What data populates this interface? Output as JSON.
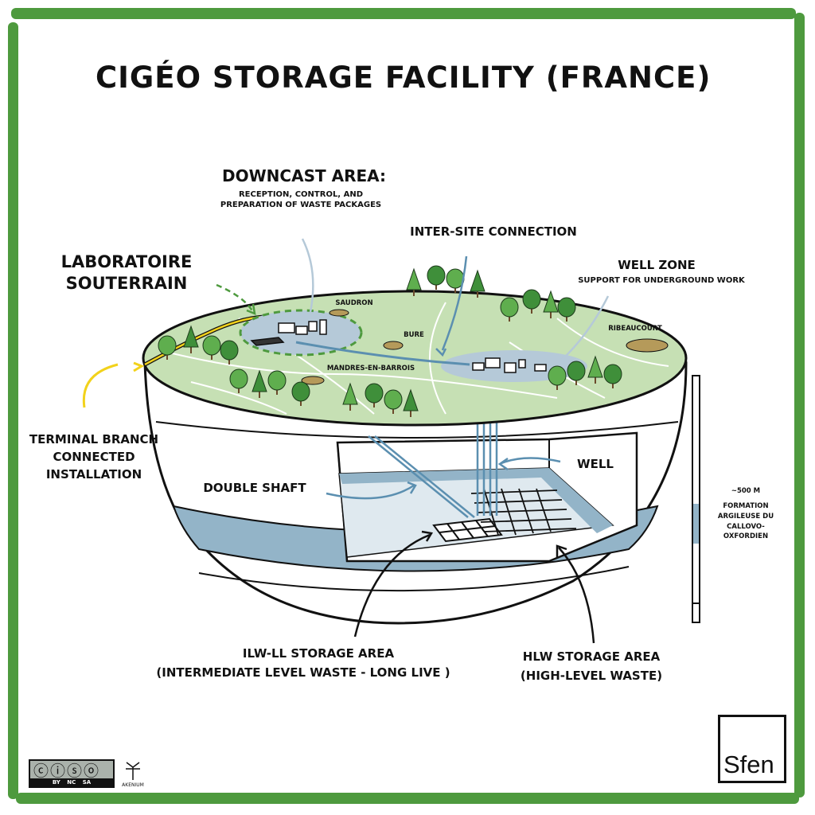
{
  "title": "CIGÉO STORAGE FACILITY (FRANCE)",
  "labels": {
    "downcast_title": "DOWNCAST AREA:",
    "downcast_desc": "RECEPTION, CONTROL, AND PREPARATION OF WASTE PACKAGES",
    "intersite": "INTER-SITE CONNECTION",
    "well_zone_title": "WELL ZONE",
    "well_zone_desc": "SUPPORT FOR UNDERGROUND WORK",
    "laboratoire": "LABORATOIRE SOUTERRAIN",
    "saudron": "SAUDRON",
    "bure": "BURE",
    "ribeaucourt": "RiBEAUCOURT",
    "mandres": "MANDRES-EN-BARROIS",
    "terminal_branch": "TERMINAL BRANCH CONNECTED INSTALLATION",
    "double_shaft": "DOUBLE SHAFT",
    "well": "WELL",
    "depth": "~500 m",
    "formation": "FORMATION ARGILEUSE DU CALLOVO-OXFORDIEN",
    "ilw_title": "ILW-LL STORAGE AREA",
    "ilw_desc": "(INTERMEDIATE LEVEL WASTE - LONG LIVE )",
    "hlw_title": "HLW STORAGE AREA",
    "hlw_desc": "(HIGH-LEVEL WASTE)"
  },
  "logos": {
    "license_icons": "cc-by-nc-sa-icon",
    "license_text": "BY NC SA",
    "akenium": "AKENIUM",
    "sfen": "Sfen"
  },
  "colors": {
    "frame_green": "#4e9a3e",
    "surface_green": "#c6e0b4",
    "tree_green": "#3f8f3a",
    "clay_blue": "#93b4c8",
    "arrow_blue": "#5b8fb0",
    "rail_yellow": "#f2d21b"
  }
}
